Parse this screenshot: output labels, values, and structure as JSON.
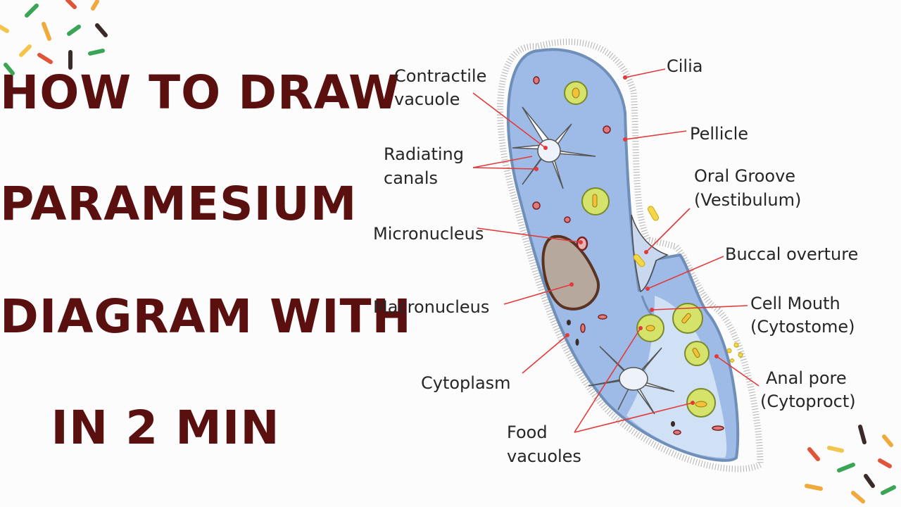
{
  "title": {
    "lines": [
      "HOW TO DRAW",
      "PARAMESIUM",
      "DIAGRAM WITH",
      "IN 2 MIN"
    ],
    "color": "#5b1010"
  },
  "diagram": {
    "labels": {
      "cilia": "Cilia",
      "pellicle": "Pellicle",
      "oral_groove_1": "Oral Groove",
      "oral_groove_2": "(Vestibulum)",
      "buccal_overture": "Buccal overture",
      "cell_mouth_1": "Cell Mouth",
      "cell_mouth_2": "(Cytostome)",
      "anal_pore_1": "Anal pore",
      "anal_pore_2": "(Cytoproct)",
      "contractile_vacuole_1": "Contractile",
      "contractile_vacuole_2": "vacuole",
      "radiating_canals_1": "Radiating",
      "radiating_canals_2": "canals",
      "micronucleus": "Micronucleus",
      "macronucleus": "Macronucleus",
      "cytoplasm": "Cytoplasm",
      "food_vacuoles_1": "Food",
      "food_vacuoles_2": "vacuoles"
    },
    "colors": {
      "body_fill": "#9dbbe6",
      "body_stroke": "#6f8fb8",
      "leader": "#e23a3a",
      "food_vacuole": "#d6e36a",
      "macronucleus": "#b7a89d"
    }
  },
  "decor": {
    "sprinkle_colors": [
      "#f2a93b",
      "#3aa655",
      "#e0543a",
      "#3b2a2a",
      "#f3c64b"
    ]
  }
}
